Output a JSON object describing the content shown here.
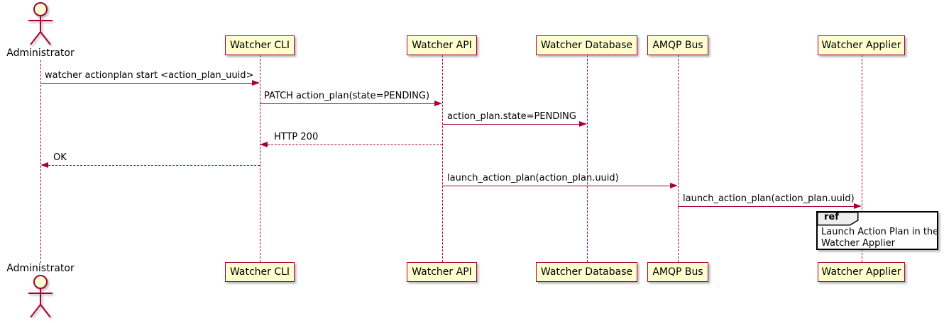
{
  "diagram": {
    "type": "sequence",
    "actor": {
      "label": "Administrator"
    },
    "participants": [
      {
        "label": "Watcher CLI"
      },
      {
        "label": "Watcher API"
      },
      {
        "label": "Watcher Database"
      },
      {
        "label": "AMQP Bus"
      },
      {
        "label": "Watcher Applier"
      }
    ],
    "messages": [
      {
        "from": "Administrator",
        "to": "Watcher CLI",
        "style": "solid",
        "label": "watcher actionplan start <action_plan_uuid>"
      },
      {
        "from": "Watcher CLI",
        "to": "Watcher API",
        "style": "solid",
        "label": "PATCH action_plan(state=PENDING)"
      },
      {
        "from": "Watcher API",
        "to": "Watcher Database",
        "style": "solid",
        "label": "action_plan.state=PENDING"
      },
      {
        "from": "Watcher API",
        "to": "Watcher CLI",
        "style": "dashed",
        "label": "HTTP 200"
      },
      {
        "from": "Watcher CLI",
        "to": "Administrator",
        "style": "dashed",
        "label": "OK"
      },
      {
        "from": "Watcher API",
        "to": "AMQP Bus",
        "style": "solid",
        "label": "launch_action_plan(action_plan.uuid)"
      },
      {
        "from": "AMQP Bus",
        "to": "Watcher Applier",
        "style": "solid",
        "label": "launch_action_plan(action_plan.uuid)"
      }
    ],
    "ref": {
      "keyword": "ref",
      "line1": "Launch Action Plan in the",
      "line2": "Watcher Applier",
      "over": "Watcher Applier"
    },
    "colors": {
      "participant_fill": "#FEFECE",
      "participant_border": "#A80036",
      "arrow": "#A80036",
      "lifeline": "#A80036",
      "ref_border": "#000000",
      "ref_header_fill": "#EEEEEE",
      "text": "#000000",
      "background": "#FFFFFF"
    }
  }
}
